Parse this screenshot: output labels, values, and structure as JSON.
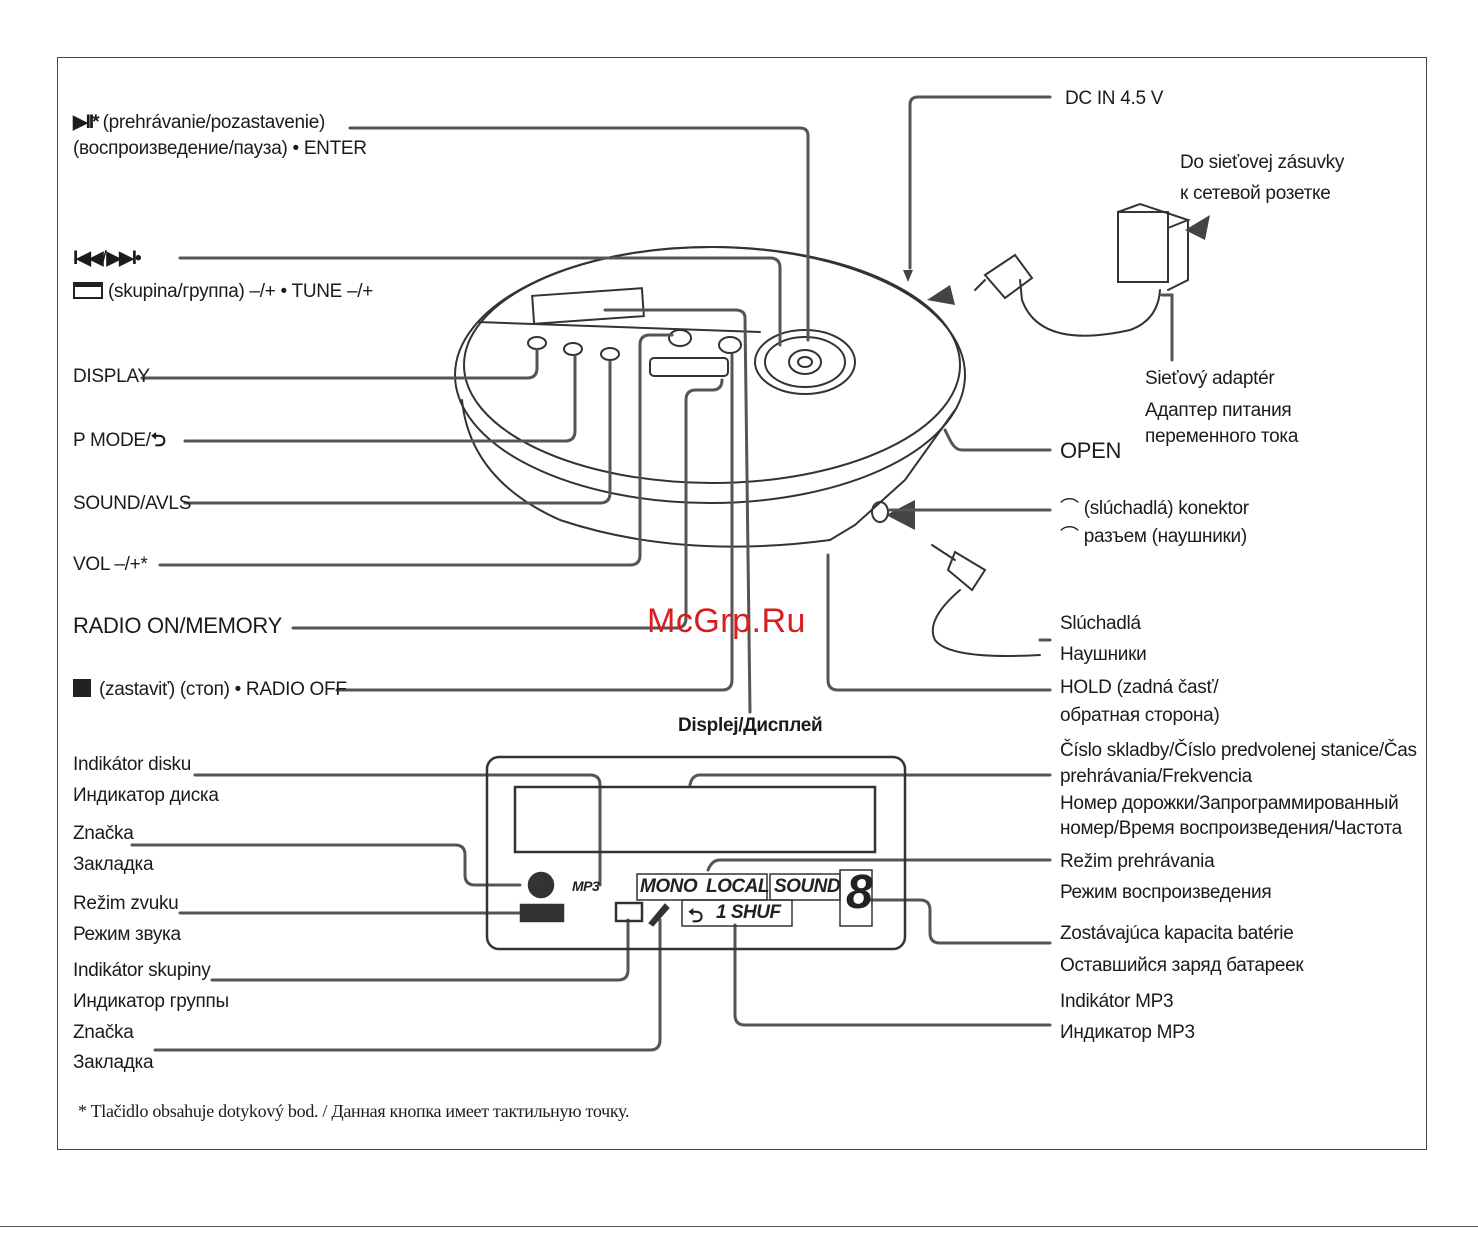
{
  "labels": {
    "play_pause_1": "(prehrávanie/pozastavenie)",
    "play_pause_2": "(воспроизведение/пауза) • ENTER",
    "skip_1": "/",
    "group_tune": "(skupina/группа) –/+ • TUNE –/+",
    "display": "DISPLAY",
    "pmode": "P MODE/",
    "sound_avls": "SOUND/AVLS",
    "vol": "VOL –/+*",
    "radio_memory": "RADIO ON/MEMORY",
    "stop": "(zastaviť) (стоп) • RADIO OFF",
    "displej": "Displej/Дисплей",
    "dc_in": "DC IN 4.5 V",
    "outlet_1": "Do sieťovej zásuvky",
    "outlet_2": "к сетевой розетке",
    "adapter_1": "Sieťový adaptér",
    "adapter_2": "Адаптер питания",
    "adapter_3": "переменного тока",
    "open": "OPEN",
    "headphone_jack_1": "(slúchadlá) konektor",
    "headphone_jack_2": "разъем (наушники)",
    "headphones_1": "Slúchadlá",
    "headphones_2": "Наушники",
    "hold_1": "HOLD (zadná časť/",
    "hold_2": "обратная сторона)",
    "disc_ind_1": "Indikátor disku",
    "disc_ind_2": "Индикатор диска",
    "mark1_1": "Značka",
    "mark1_2": "Закладка",
    "sound_mode_1": "Režim zvuku",
    "sound_mode_2": "Режим звука",
    "group_ind_1": "Indikátor skupiny",
    "group_ind_2": "Индикатор группы",
    "mark2_1": "Značka",
    "mark2_2": "Закладка",
    "track_1": "Číslo skladby/Číslo predvolenej stanice/Čas",
    "track_2": "prehrávania/Frekvencia",
    "track_3": "Номер дорожки/Запрограммированный",
    "track_4": "номер/Время воспроизведения/Частота",
    "play_mode_1": "Režim prehrávania",
    "play_mode_2": "Режим воспроизведения",
    "battery_1": "Zostávajúca kapacita batérie",
    "battery_2": "Оставшийся заряд батареек",
    "mp3_1": "Indikátor MP3",
    "mp3_2": "Индикатор MP3",
    "footnote": "* Tlačidlo obsahuje dotykový bod. / Данная кнопка имеет тактильную точку."
  },
  "lcd": {
    "mono": "MONO",
    "local": "LOCAL",
    "sound": "SOUND",
    "digit": "8",
    "shuf": "1 SHUF",
    "mp3": "MP3"
  },
  "watermark": "McGrp.Ru"
}
